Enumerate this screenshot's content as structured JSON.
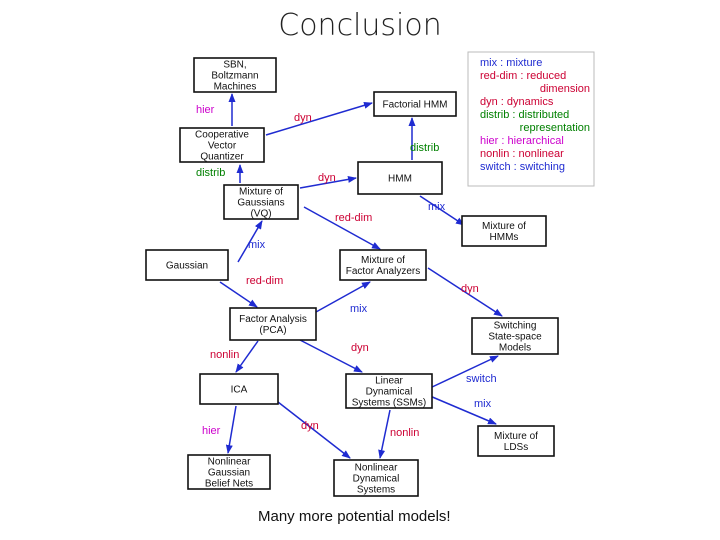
{
  "slide": {
    "title": "Conclusion",
    "caption": "Many more potential models!"
  },
  "colors": {
    "arrow": "#1f2bd1",
    "mix": "#1f2bd1",
    "red_dim": "#cc0033",
    "dyn": "#cc0033",
    "distrib": "#008000",
    "hier": "#cc00cc",
    "nonlin": "#cc0033",
    "switch": "#1f2bd1"
  },
  "nodes": [
    {
      "id": "sbn",
      "lines": [
        "SBN,",
        "Boltzmann",
        "Machines"
      ]
    },
    {
      "id": "factorial-hmm",
      "lines": [
        "Factorial HMM"
      ]
    },
    {
      "id": "cooperative-vq",
      "lines": [
        "Cooperative",
        "Vector",
        "Quantizer"
      ]
    },
    {
      "id": "mixture-of-gaussians",
      "lines": [
        "Mixture of",
        "Gaussians",
        "(VQ)"
      ]
    },
    {
      "id": "hmm",
      "lines": [
        "HMM"
      ]
    },
    {
      "id": "mixture-of-hmms",
      "lines": [
        "Mixture of",
        "HMMs"
      ]
    },
    {
      "id": "gaussian",
      "lines": [
        "Gaussian"
      ]
    },
    {
      "id": "mixture-of-factor-analyzers",
      "lines": [
        "Mixture of",
        "Factor Analyzers"
      ]
    },
    {
      "id": "factor-analysis",
      "lines": [
        "Factor Analysis",
        "(PCA)"
      ]
    },
    {
      "id": "switching-state-space",
      "lines": [
        "Switching",
        "State-space",
        "Models"
      ]
    },
    {
      "id": "ica",
      "lines": [
        "ICA"
      ]
    },
    {
      "id": "linear-dynamical-systems",
      "lines": [
        "Linear",
        "Dynamical",
        "Systems (SSMs)"
      ]
    },
    {
      "id": "mixture-of-lds",
      "lines": [
        "Mixture of",
        "LDSs"
      ]
    },
    {
      "id": "nonlinear-gaussian-belief-nets",
      "lines": [
        "Nonlinear",
        "Gaussian",
        "Belief Nets"
      ]
    },
    {
      "id": "nonlinear-dynamical-systems",
      "lines": [
        "Nonlinear",
        "Dynamical",
        "Systems"
      ]
    }
  ],
  "edges": [
    {
      "id": "edge-gaussian-mog",
      "label": "mix",
      "kind": "mix"
    },
    {
      "id": "edge-gaussian-fa",
      "label": "red-dim",
      "kind": "red_dim"
    },
    {
      "id": "edge-mog-cvq",
      "label": "distrib",
      "kind": "distrib"
    },
    {
      "id": "edge-cvq-sbn",
      "label": "hier",
      "kind": "hier"
    },
    {
      "id": "edge-cvq-fhmm",
      "label": "dyn",
      "kind": "dyn"
    },
    {
      "id": "edge-mog-hmm",
      "label": "dyn",
      "kind": "dyn"
    },
    {
      "id": "edge-hmm-fhmm",
      "label": "distrib",
      "kind": "distrib"
    },
    {
      "id": "edge-hmm-mixhmm",
      "label": "mix",
      "kind": "mix"
    },
    {
      "id": "edge-mog-mfa",
      "label": "red-dim",
      "kind": "red_dim"
    },
    {
      "id": "edge-fa-mfa",
      "label": "mix",
      "kind": "mix"
    },
    {
      "id": "edge-mfa-sssm",
      "label": "dyn",
      "kind": "dyn"
    },
    {
      "id": "edge-fa-lds",
      "label": "dyn",
      "kind": "dyn"
    },
    {
      "id": "edge-fa-ica",
      "label": "nonlin",
      "kind": "nonlin"
    },
    {
      "id": "edge-lds-sssm",
      "label": "switch",
      "kind": "switch"
    },
    {
      "id": "edge-lds-mixlds",
      "label": "mix",
      "kind": "mix"
    },
    {
      "id": "edge-ica-ngbn",
      "label": "hier",
      "kind": "hier"
    },
    {
      "id": "edge-ica-nds",
      "label": "dyn",
      "kind": "dyn"
    },
    {
      "id": "edge-lds-nds",
      "label": "nonlin",
      "kind": "nonlin"
    }
  ],
  "legend": [
    {
      "abbr": "mix",
      "text": " : mixture",
      "kind": "mix",
      "extra": []
    },
    {
      "abbr": "red-dim",
      "text": " : reduced",
      "kind": "red_dim",
      "extra": [
        "dimension"
      ]
    },
    {
      "abbr": "dyn",
      "text": " : dynamics",
      "kind": "dyn",
      "extra": []
    },
    {
      "abbr": "distrib",
      "text": " : distributed",
      "kind": "distrib",
      "extra": [
        "representation"
      ]
    },
    {
      "abbr": "hier",
      "text": " : hierarchical",
      "kind": "hier",
      "extra": []
    },
    {
      "abbr": "nonlin",
      "text": " : nonlinear",
      "kind": "nonlin",
      "extra": []
    },
    {
      "abbr": "switch",
      "text": " : switching",
      "kind": "switch",
      "extra": []
    }
  ]
}
